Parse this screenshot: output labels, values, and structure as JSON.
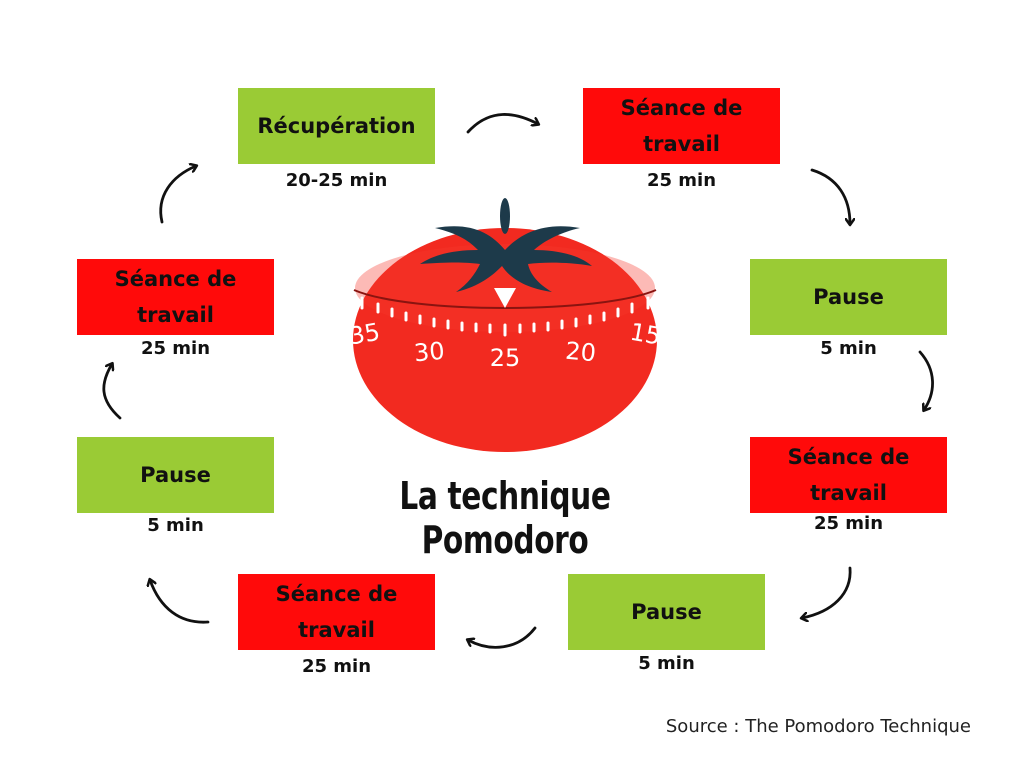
{
  "colors": {
    "work": "#ff0a0a",
    "rest": "#9acb35",
    "tomato": "#f22a20",
    "stem": "#1d3a4a",
    "text": "#111111"
  },
  "title": "La technique Pomodoro",
  "source": "Source : The Pomodoro Technique",
  "steps": [
    {
      "label": "Récupération",
      "duration": "20-25 min",
      "kind": "rest"
    },
    {
      "label": "Séance de travail",
      "duration": "25 min",
      "kind": "work"
    },
    {
      "label": "Pause",
      "duration": "5 min",
      "kind": "rest"
    },
    {
      "label": "Séance de travail",
      "duration": "25 min",
      "kind": "work"
    },
    {
      "label": "Pause",
      "duration": "5 min",
      "kind": "rest"
    },
    {
      "label": "Séance de travail",
      "duration": "25 min",
      "kind": "work"
    },
    {
      "label": "Pause",
      "duration": "5 min",
      "kind": "rest"
    },
    {
      "label": "Séance de travail",
      "duration": "25 min",
      "kind": "work"
    }
  ],
  "timer": {
    "tick_labels": [
      "35",
      "30",
      "25",
      "20",
      "15"
    ],
    "icon": "pomodoro-tomato-timer-icon"
  }
}
